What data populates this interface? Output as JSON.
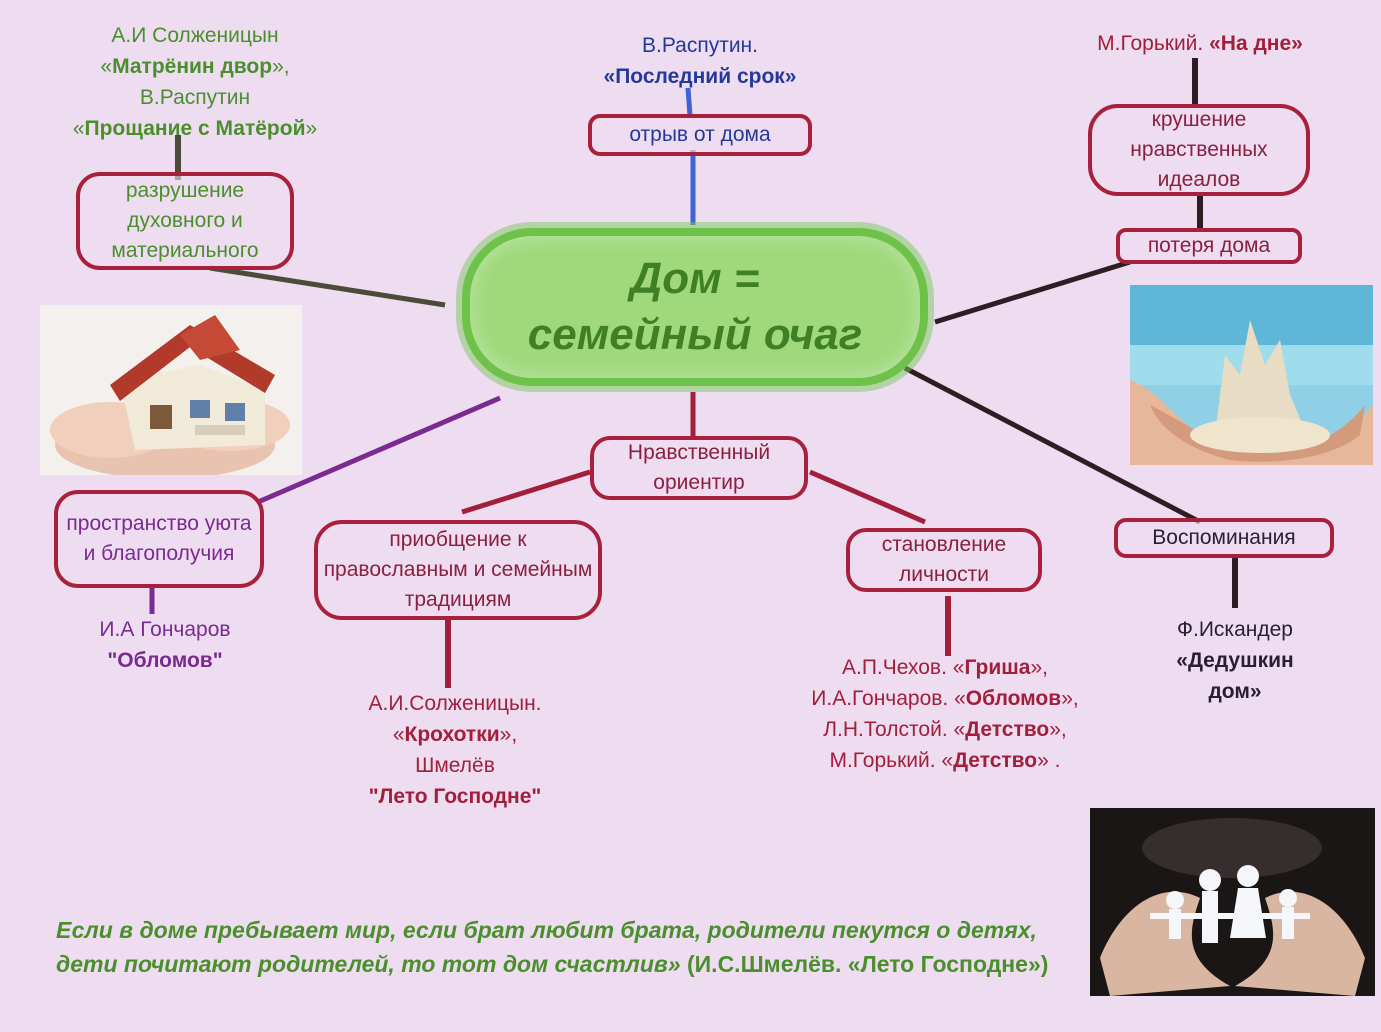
{
  "center": {
    "line1": "Дом =",
    "line2": "семейный очаг"
  },
  "nodes": {
    "razrushenie": "разрушение духовного и материального",
    "otryv": "отрыв от дома",
    "krushenie": "крушение нравственных идеалов",
    "poterya": "потеря дома",
    "nravstvenny": "Нравственный ориентир",
    "prostranstvo": "пространство уюта и благополучия",
    "priobshchenie": "приобщение к православным и семейным традициям",
    "stanovlenie": "становление личности",
    "vospominaniya": "Воспоминания"
  },
  "sources": {
    "solzh_top": {
      "l1": "А.И Солженицын",
      "l2_open": "«",
      "l2_title": "Матрёнин двор",
      "l2_close": "»,",
      "l3": "В.Распутин",
      "l4_open": "«",
      "l4_title": "Прощание с Матёрой",
      "l4_close": "»"
    },
    "rasputin": {
      "l1": "В.Распутин.",
      "l2": "«Последний срок»"
    },
    "gorky": {
      "author": "М.Горький.",
      "title": "«На дне»"
    },
    "goncharov": {
      "l1": "И.А Гончаров",
      "l2": "\"Обломов\""
    },
    "solzh_bottom": {
      "l1": "А.И.Солженицын.",
      "l2_open": "«",
      "l2_title": "Крохотки",
      "l2_close": "»,",
      "l3": "Шмелёв",
      "l4": "\"Лето Господне\""
    },
    "chekhov_group": {
      "r1a": "А.П.Чехов. «",
      "r1b": "Гриша",
      "r1c": "»,",
      "r2a": "И.А.Гончаров. «",
      "r2b": "Обломов",
      "r2c": "»,",
      "r3a": "Л.Н.Толстой. «",
      "r3b": "Детство",
      "r3c": "»,",
      "r4a": "М.Горький. «",
      "r4b": "Детство",
      "r4c": "» ."
    },
    "iskander": {
      "l1": "Ф.Искандер",
      "l2": "«Дедушкин",
      "l3": "дом»"
    }
  },
  "quote": {
    "italic": "Если в доме пребывает мир, если брат любит брата, родители пекутся о детях, дети почитают родителей, то тот дом счастлив»",
    "attribution": " (И.С.Шмелёв. «Лето Господне»)"
  },
  "colors": {
    "background": "#eedcf0",
    "node_border": "#a9203c",
    "center_fill": "#9fd97c",
    "green_text": "#4a8f2c",
    "purple_text": "#7a2a90",
    "link_blue": "#3f62d6"
  }
}
